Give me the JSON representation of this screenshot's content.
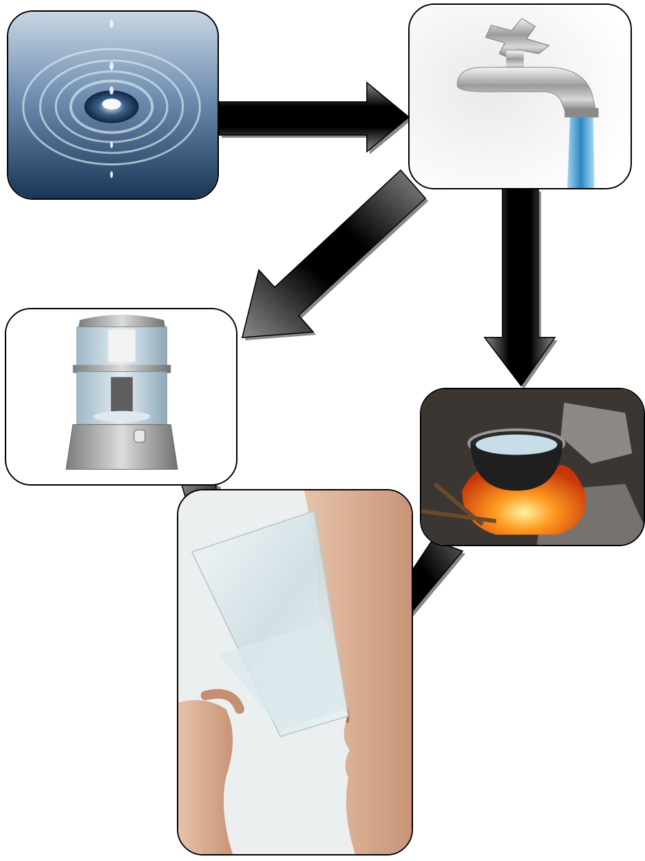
{
  "diagram": {
    "nodes": [
      {
        "id": "water-source",
        "icon": "water-droplet-ripple-photo"
      },
      {
        "id": "tap",
        "icon": "water-tap-photo"
      },
      {
        "id": "filter",
        "icon": "water-filter-dispenser-photo"
      },
      {
        "id": "boiling",
        "icon": "pot-boiling-on-fire-photo"
      },
      {
        "id": "drinking",
        "icon": "person-drinking-water-photo"
      }
    ],
    "edges": [
      {
        "from": "water-source",
        "to": "tap"
      },
      {
        "from": "tap",
        "to": "filter"
      },
      {
        "from": "tap",
        "to": "boiling"
      },
      {
        "from": "filter",
        "to": "drinking"
      },
      {
        "from": "boiling",
        "to": "drinking"
      }
    ],
    "colors": {
      "arrow_dark": "#000000",
      "arrow_light": "#8a8a8a",
      "node_border": "#000000"
    }
  }
}
